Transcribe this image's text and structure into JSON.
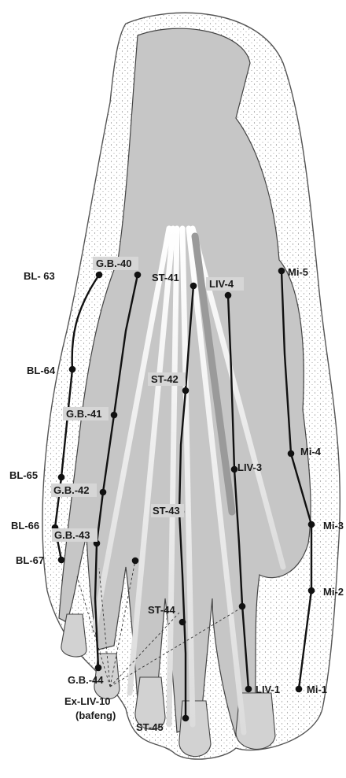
{
  "colors": {
    "skin_outline": "#555555",
    "bone_fill": "#c9c9c9",
    "tendon": "#f2f2f2",
    "meridian": "#111111",
    "label_bg": "#d6d6d6"
  },
  "points": {
    "bl63": "BL- 63",
    "bl64": "BL-64",
    "bl65": "BL-65",
    "bl66": "BL-66",
    "bl67": "BL-67",
    "gb40": "G.B.-40",
    "gb41": "G.B.-41",
    "gb42": "G.B.-42",
    "gb43": "G.B.-43",
    "gb44": "G.B.-44",
    "st41": "ST-41",
    "st42": "ST-42",
    "st43": "ST-43",
    "st44": "ST-44",
    "st45": "ST-45",
    "liv4": "LIV-4",
    "liv3": "LIV-3",
    "liv1": "LIV-1",
    "mi5": "Mi-5",
    "mi4": "Mi-4",
    "mi3": "Mi-3",
    "mi2": "Mi-2",
    "mi1": "Mi-1",
    "exliv10": "Ex-LIV-10",
    "bafeng_open": "(",
    "bafeng": "bafeng",
    "bafeng_close": ")"
  }
}
